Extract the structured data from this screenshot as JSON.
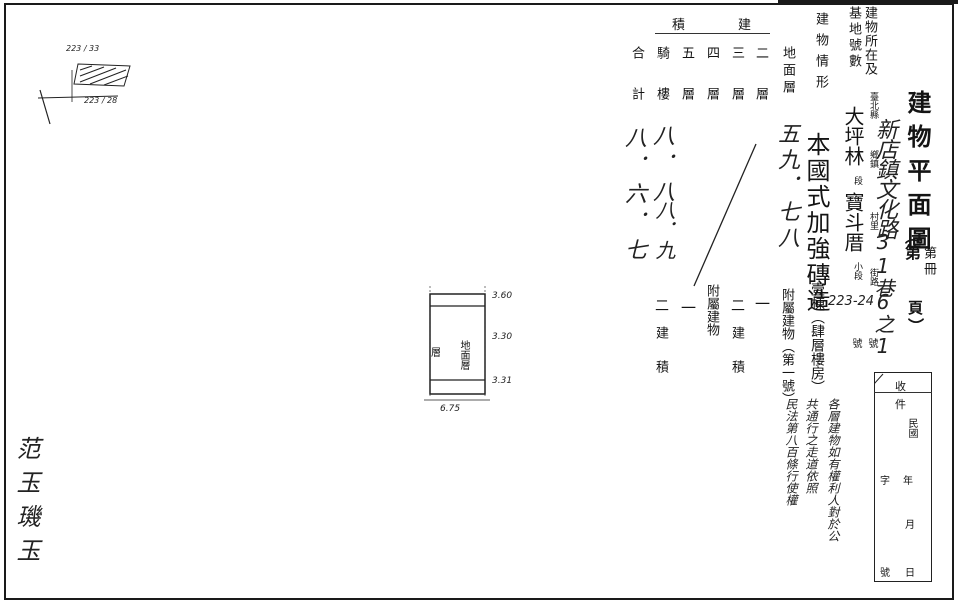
{
  "title": "建物平面圖",
  "volume_marker": {
    "left": "（第",
    "mid": "第",
    "ce": "冊",
    "ye": "頁",
    "right": "）"
  },
  "location": {
    "label_line1": "建物所在及",
    "label_line2": "基地號數",
    "county_label": "臺北縣",
    "handwritten_address": "新店鎮文化路",
    "township_label": "鄉鎮",
    "village_label": "村里",
    "street_label": "街路",
    "lane_num_hand": "31巷",
    "number_hand": "6之1",
    "hao1": "號",
    "hao2": "號",
    "section_name": "大坪林",
    "section_label": "段",
    "subsection_name": "寶斗厝",
    "subsection_label": "小段",
    "parcel_number": "223-24"
  },
  "building_situation": {
    "label": "建物情形",
    "description": "本國式加強磚造",
    "main_label": "壹棟（肆層樓房）",
    "attached_label": "附屬建物（第一號）"
  },
  "notes": {
    "line1": "各層建物如有權利人對於公",
    "line2": "共通行之走道依照",
    "line3": "民法第八百條行使權"
  },
  "area_table": {
    "header": [
      "積",
      "建"
    ],
    "floors": [
      {
        "label": "地面層",
        "value": "五九．七八"
      },
      {
        "label": "二層",
        "value": ""
      },
      {
        "label": "三層",
        "value": ""
      },
      {
        "label": "四層",
        "value": ""
      },
      {
        "label": "五層",
        "value": ""
      },
      {
        "label": "騎樓",
        "value": "八．八"
      }
    ],
    "total_label": "合計",
    "total_value": "八．六．七",
    "attached_area_label": "附屬建物",
    "one": "一",
    "two": "二",
    "building": "建",
    "area": "積",
    "misc_values": [
      "八．九",
      "八．九"
    ]
  },
  "receipt_stamp": {
    "receive": "收",
    "doc": "件",
    "era": "民國",
    "year": "年",
    "month": "月",
    "day": "日",
    "char": "字",
    "no": "號"
  },
  "sketch_labels": {
    "top_dims": "223 / 33",
    "bottom_dims": "223 / 28",
    "floor_plan_label": "地面層",
    "side_label": "層",
    "dims_right": [
      "3.60",
      "3.30",
      "3.31"
    ],
    "dim_bottom": "6.75"
  },
  "signature": "范玉璣玉"
}
